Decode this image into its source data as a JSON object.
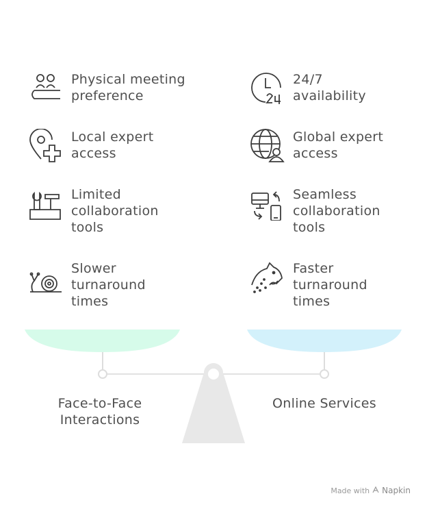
{
  "left": {
    "title": "Face-to-Face\nInteractions",
    "pan_color": "#d6fbea",
    "items": [
      {
        "label": "Physical meeting\npreference",
        "icon": "people-meeting-icon"
      },
      {
        "label": "Local expert\naccess",
        "icon": "location-plus-icon"
      },
      {
        "label": "Limited\ncollaboration\ntools",
        "icon": "toolbox-icon"
      },
      {
        "label": "Slower\nturnaround\ntimes",
        "icon": "snail-icon"
      }
    ]
  },
  "right": {
    "title": "Online Services",
    "pan_color": "#d3f1fb",
    "items": [
      {
        "label": "24/7\navailability",
        "icon": "clock-24-icon"
      },
      {
        "label": "Global expert\naccess",
        "icon": "globe-person-icon"
      },
      {
        "label": "Seamless\ncollaboration\ntools",
        "icon": "devices-sync-icon"
      },
      {
        "label": "Faster\nturnaround\ntimes",
        "icon": "cheetah-icon"
      }
    ]
  },
  "watermark": {
    "prefix": "Made with",
    "brand": "Napkin"
  }
}
